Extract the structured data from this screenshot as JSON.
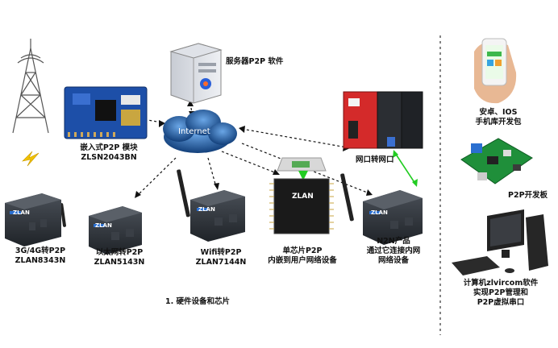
{
  "server_label": "服务器P2P 软件",
  "internet_label": "Internet",
  "embedded": {
    "line1": "嵌入式P2P 模块",
    "line2": "ZLSN2043BN"
  },
  "plc_label": "网口转网口",
  "device_3g": {
    "line1": "3G/4G转P2P",
    "line2": "ZLAN8343N"
  },
  "device_eth": {
    "line1": "以太网转P2P",
    "line2": "ZLAN5143N"
  },
  "device_wifi": {
    "line1": "Wifi转P2P",
    "line2": "ZLAN7144N"
  },
  "chip": {
    "line1": "单芯片P2P",
    "line2": "内嵌到用户网络设备",
    "brand": "ZLAN"
  },
  "n2n": {
    "line1": "N2N产品",
    "line2": "通过它连接内网",
    "line3": "网络设备"
  },
  "caption": "1. 硬件设备和芯片",
  "device_brand": "ZLAN",
  "right_panel": {
    "mobile": {
      "line1": "安卓、IOS",
      "line2": "手机库开发包"
    },
    "board": "P2P开发板",
    "pc": {
      "line1": "计算机zlvircom软件",
      "line2": "实现P2P管理和",
      "line3": "P2P虚拟串口"
    }
  },
  "colors": {
    "link_green": "#22cc22",
    "cloud": "#1a5fa8",
    "board_pcb": "#1f8f3a"
  }
}
